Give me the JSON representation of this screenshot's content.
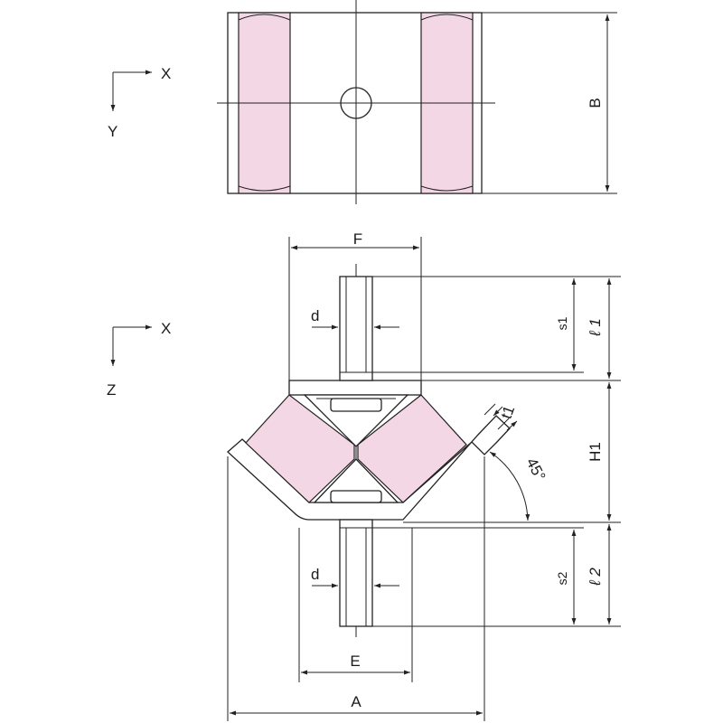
{
  "drawing": {
    "colors": {
      "rubber": "#f4d7e5",
      "line": "#222222",
      "background": "#ffffff"
    },
    "top_view": {
      "axis_labels": {
        "x": "X",
        "y": "Y"
      },
      "dimensions": {
        "height": "B"
      }
    },
    "front_view": {
      "axis_labels": {
        "x": "X",
        "z": "Z"
      },
      "dimensions": {
        "top_width": "F",
        "bottom_width": "E",
        "overall_width": "A",
        "top_stud_diameter": "d",
        "bottom_stud_diameter": "d",
        "top_stud_thread": "s1",
        "top_stud_length": "ℓ 1",
        "bottom_stud_thread": "s2",
        "bottom_stud_length": "ℓ 2",
        "body_height": "H1",
        "plate_thickness": "t1",
        "angle": "45°"
      }
    }
  }
}
